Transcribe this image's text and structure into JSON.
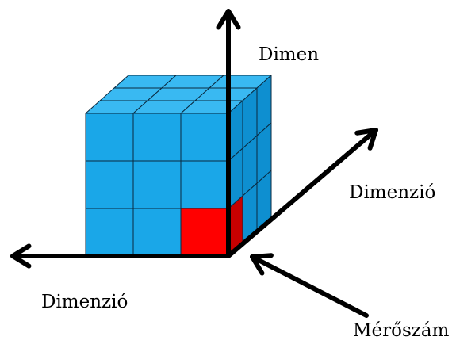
{
  "diagram": {
    "labels": {
      "vertical_axis": "Dimen",
      "depth_axis": "Dimenzió",
      "horizontal_axis": "Dimenzió",
      "measure": "Mérőszám"
    },
    "cube": {
      "grid": [
        3,
        3,
        3
      ],
      "cube_color": "#1aa7e8",
      "cube_top_color": "#39b9f2",
      "cube_side_color": "#0e8fd0",
      "highlight_front_color": "#ff0000",
      "highlight_side_color": "#c80000",
      "edge_color": "#0a2a40"
    },
    "axis_color": "#000000"
  }
}
